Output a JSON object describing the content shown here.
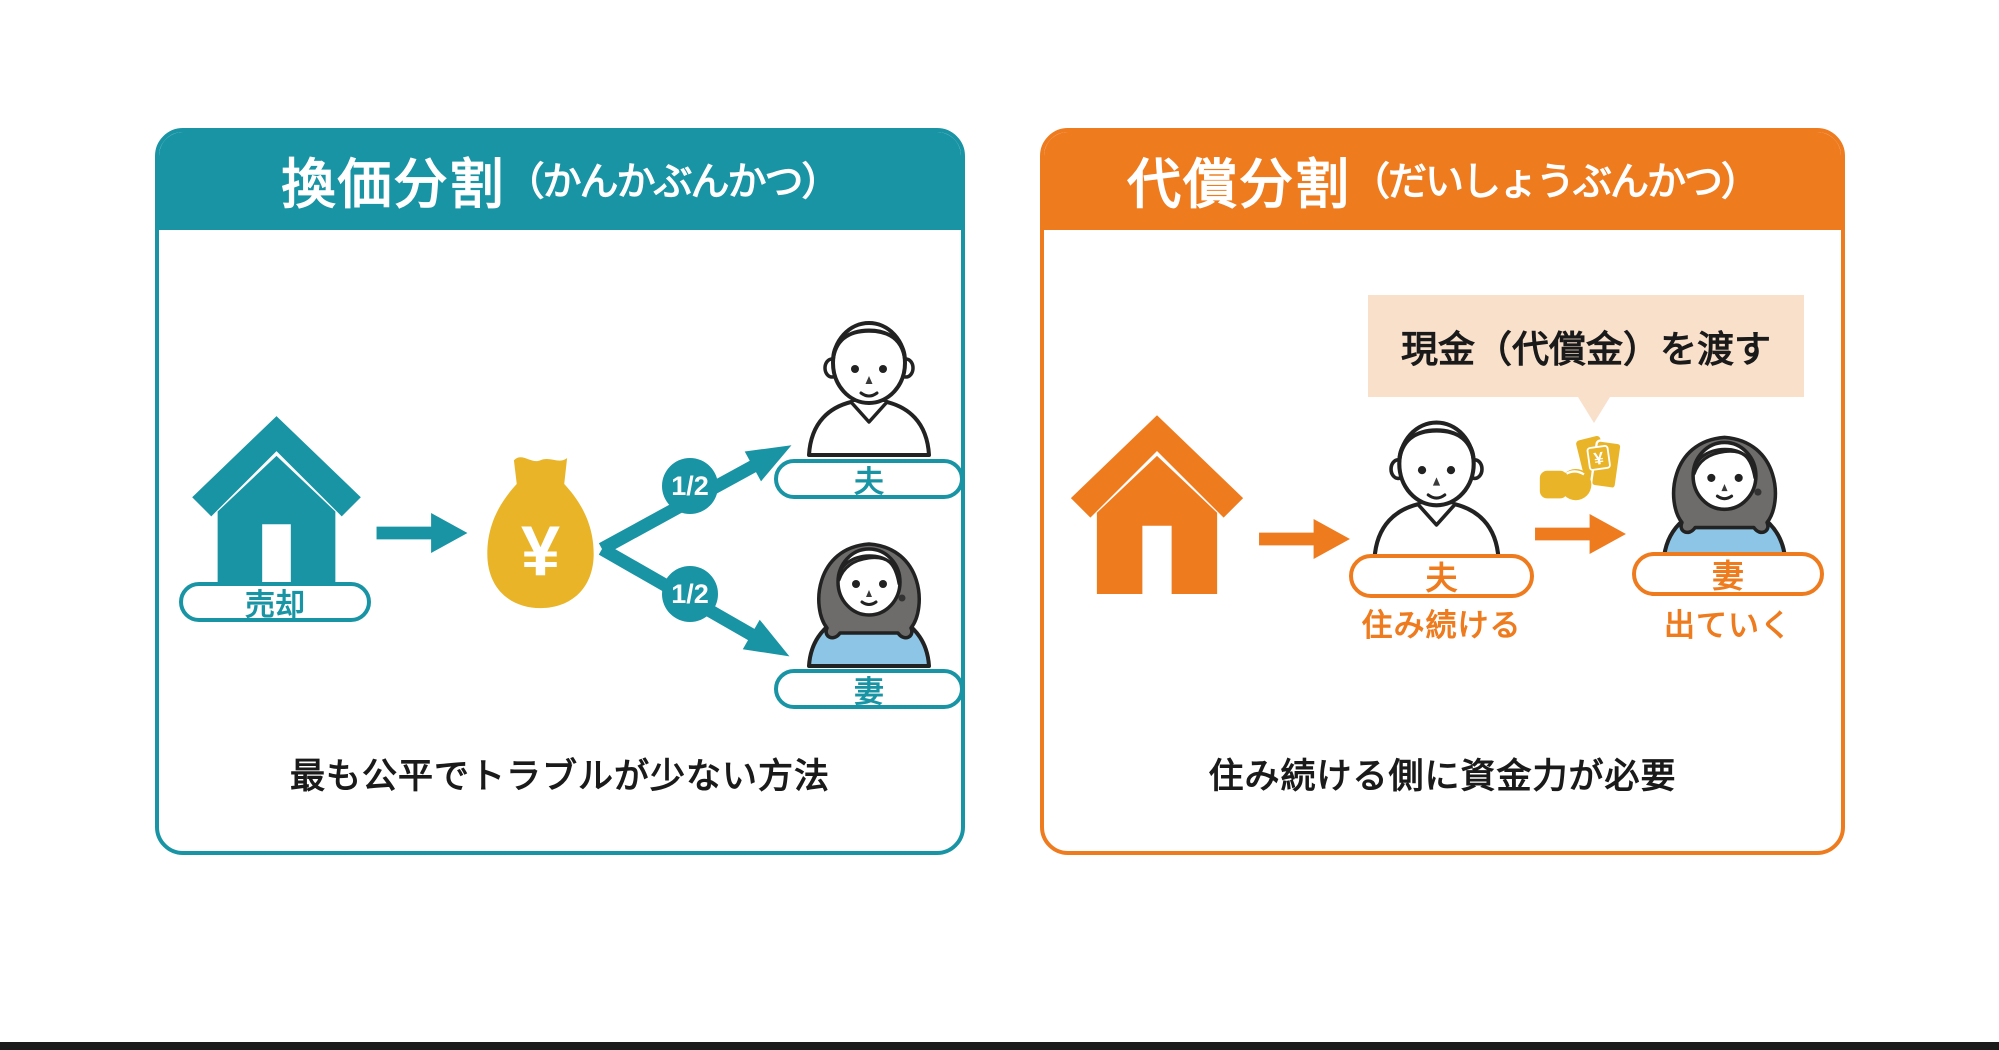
{
  "page": {
    "background_color": "#ffffff",
    "bottom_bar_color": "#1b1b1b"
  },
  "left_panel": {
    "accent_color": "#1994a4",
    "title": "換価分割",
    "title_reading": "（かんかぶんかつ）",
    "house_label": "売却",
    "money_bag_color": "#e9b427",
    "money_symbol": "¥",
    "share_labels": [
      "1/2",
      "1/2"
    ],
    "husband_label": "夫",
    "wife_label": "妻",
    "caption": "最も公平でトラブルが少ない方法"
  },
  "right_panel": {
    "accent_color": "#ee7b1e",
    "title": "代償分割",
    "title_reading": "（だいしょうぶんかつ）",
    "bubble_label": "現金（代償金）を渡す",
    "bubble_color": "#f9e0cb",
    "money_symbol": "¥",
    "husband_label": "夫",
    "husband_note": "住み続ける",
    "wife_label": "妻",
    "wife_note": "出ていく",
    "caption": "住み続ける側に資金力が必要"
  }
}
